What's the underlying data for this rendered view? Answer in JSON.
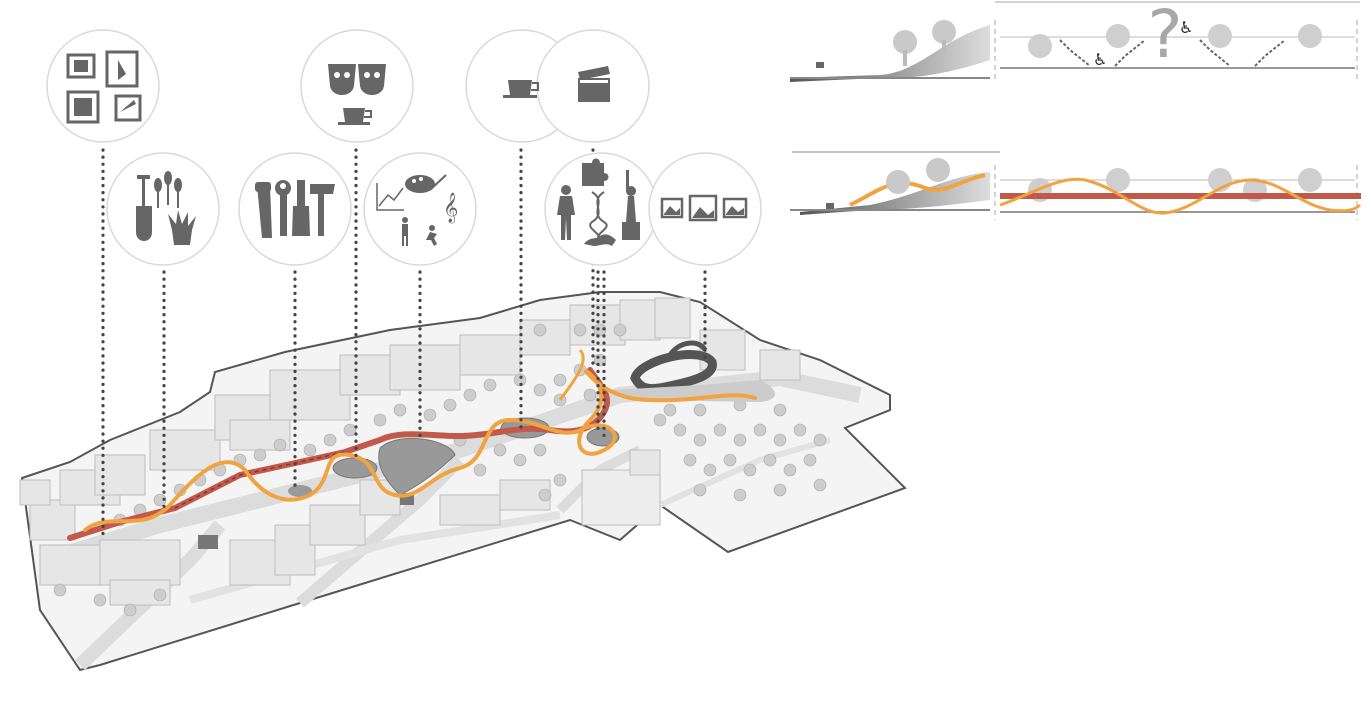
{
  "diagram": {
    "title": "",
    "icon_groups": [
      {
        "id": "art-frames",
        "icons": [
          "framed-picture-icon",
          "framed-picture-icon",
          "framed-picture-icon",
          "framed-picture-icon"
        ]
      },
      {
        "id": "garden-tools",
        "icons": [
          "shovel-icon",
          "wheat-icon",
          "potted-plant-icon"
        ]
      },
      {
        "id": "tools",
        "icons": [
          "saw-icon",
          "wrench-icon",
          "paintbrush-icon",
          "hammer-icon"
        ]
      },
      {
        "id": "theatre",
        "icons": [
          "theatre-masks-icon",
          "coffee-cup-icon"
        ]
      },
      {
        "id": "activities",
        "icons": [
          "chart-icon",
          "palette-icon",
          "music-note-icon",
          "person-icon",
          "runner-icon"
        ]
      },
      {
        "id": "cafe",
        "icons": [
          "coffee-cup-icon"
        ]
      },
      {
        "id": "cinema",
        "icons": [
          "clapperboard-icon"
        ]
      },
      {
        "id": "museum",
        "icons": [
          "woman-silhouette-icon",
          "puzzle-icon",
          "dna-icon",
          "statue-of-liberty-icon",
          "dragon-icon"
        ]
      },
      {
        "id": "gallery",
        "icons": [
          "framed-picture-icon",
          "framed-picture-icon",
          "framed-picture-icon"
        ]
      }
    ],
    "sections": {
      "top_right_symbol": "?",
      "accessibility_icon": "wheelchair-icon",
      "wheelchair_glyph": "♿"
    },
    "colors": {
      "path_orange": "#f2a341",
      "path_red": "#c25a4b",
      "icon_gray": "#6b6b6b",
      "building": "#e4e4e4",
      "tree": "#c9c9c9"
    }
  }
}
